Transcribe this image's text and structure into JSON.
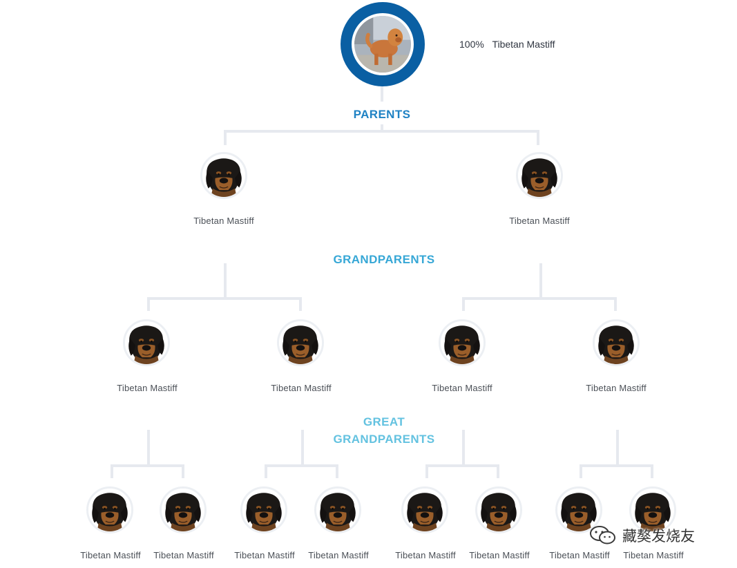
{
  "subject": {
    "percentage": "100%",
    "breed": "Tibetan Mastiff",
    "photo": "tan-mastiff-standing-photo"
  },
  "sections": {
    "parents": "PARENTS",
    "grandparents": "GRANDPARENTS",
    "great_grandparents_line1": "GREAT",
    "great_grandparents_line2": "GRANDPARENTS"
  },
  "colors": {
    "subject_ring": "#0a5fa3",
    "parents_title": "#1f82c4",
    "grandparents_title": "#36a7d6",
    "great_grandparents_title": "#63c2e0",
    "connector": "#e6e9ef"
  },
  "parents": [
    "Tibetan Mastiff",
    "Tibetan Mastiff"
  ],
  "grandparents": [
    "Tibetan Mastiff",
    "Tibetan Mastiff",
    "Tibetan Mastiff",
    "Tibetan Mastiff"
  ],
  "great_grandparents": [
    "Tibetan Mastiff",
    "Tibetan Mastiff",
    "Tibetan Mastiff",
    "Tibetan Mastiff",
    "Tibetan Mastiff",
    "Tibetan Mastiff",
    "Tibetan Mastiff",
    "Tibetan Mastiff"
  ],
  "watermark": {
    "icon": "wechat-icon",
    "text": "藏獒发烧友"
  }
}
